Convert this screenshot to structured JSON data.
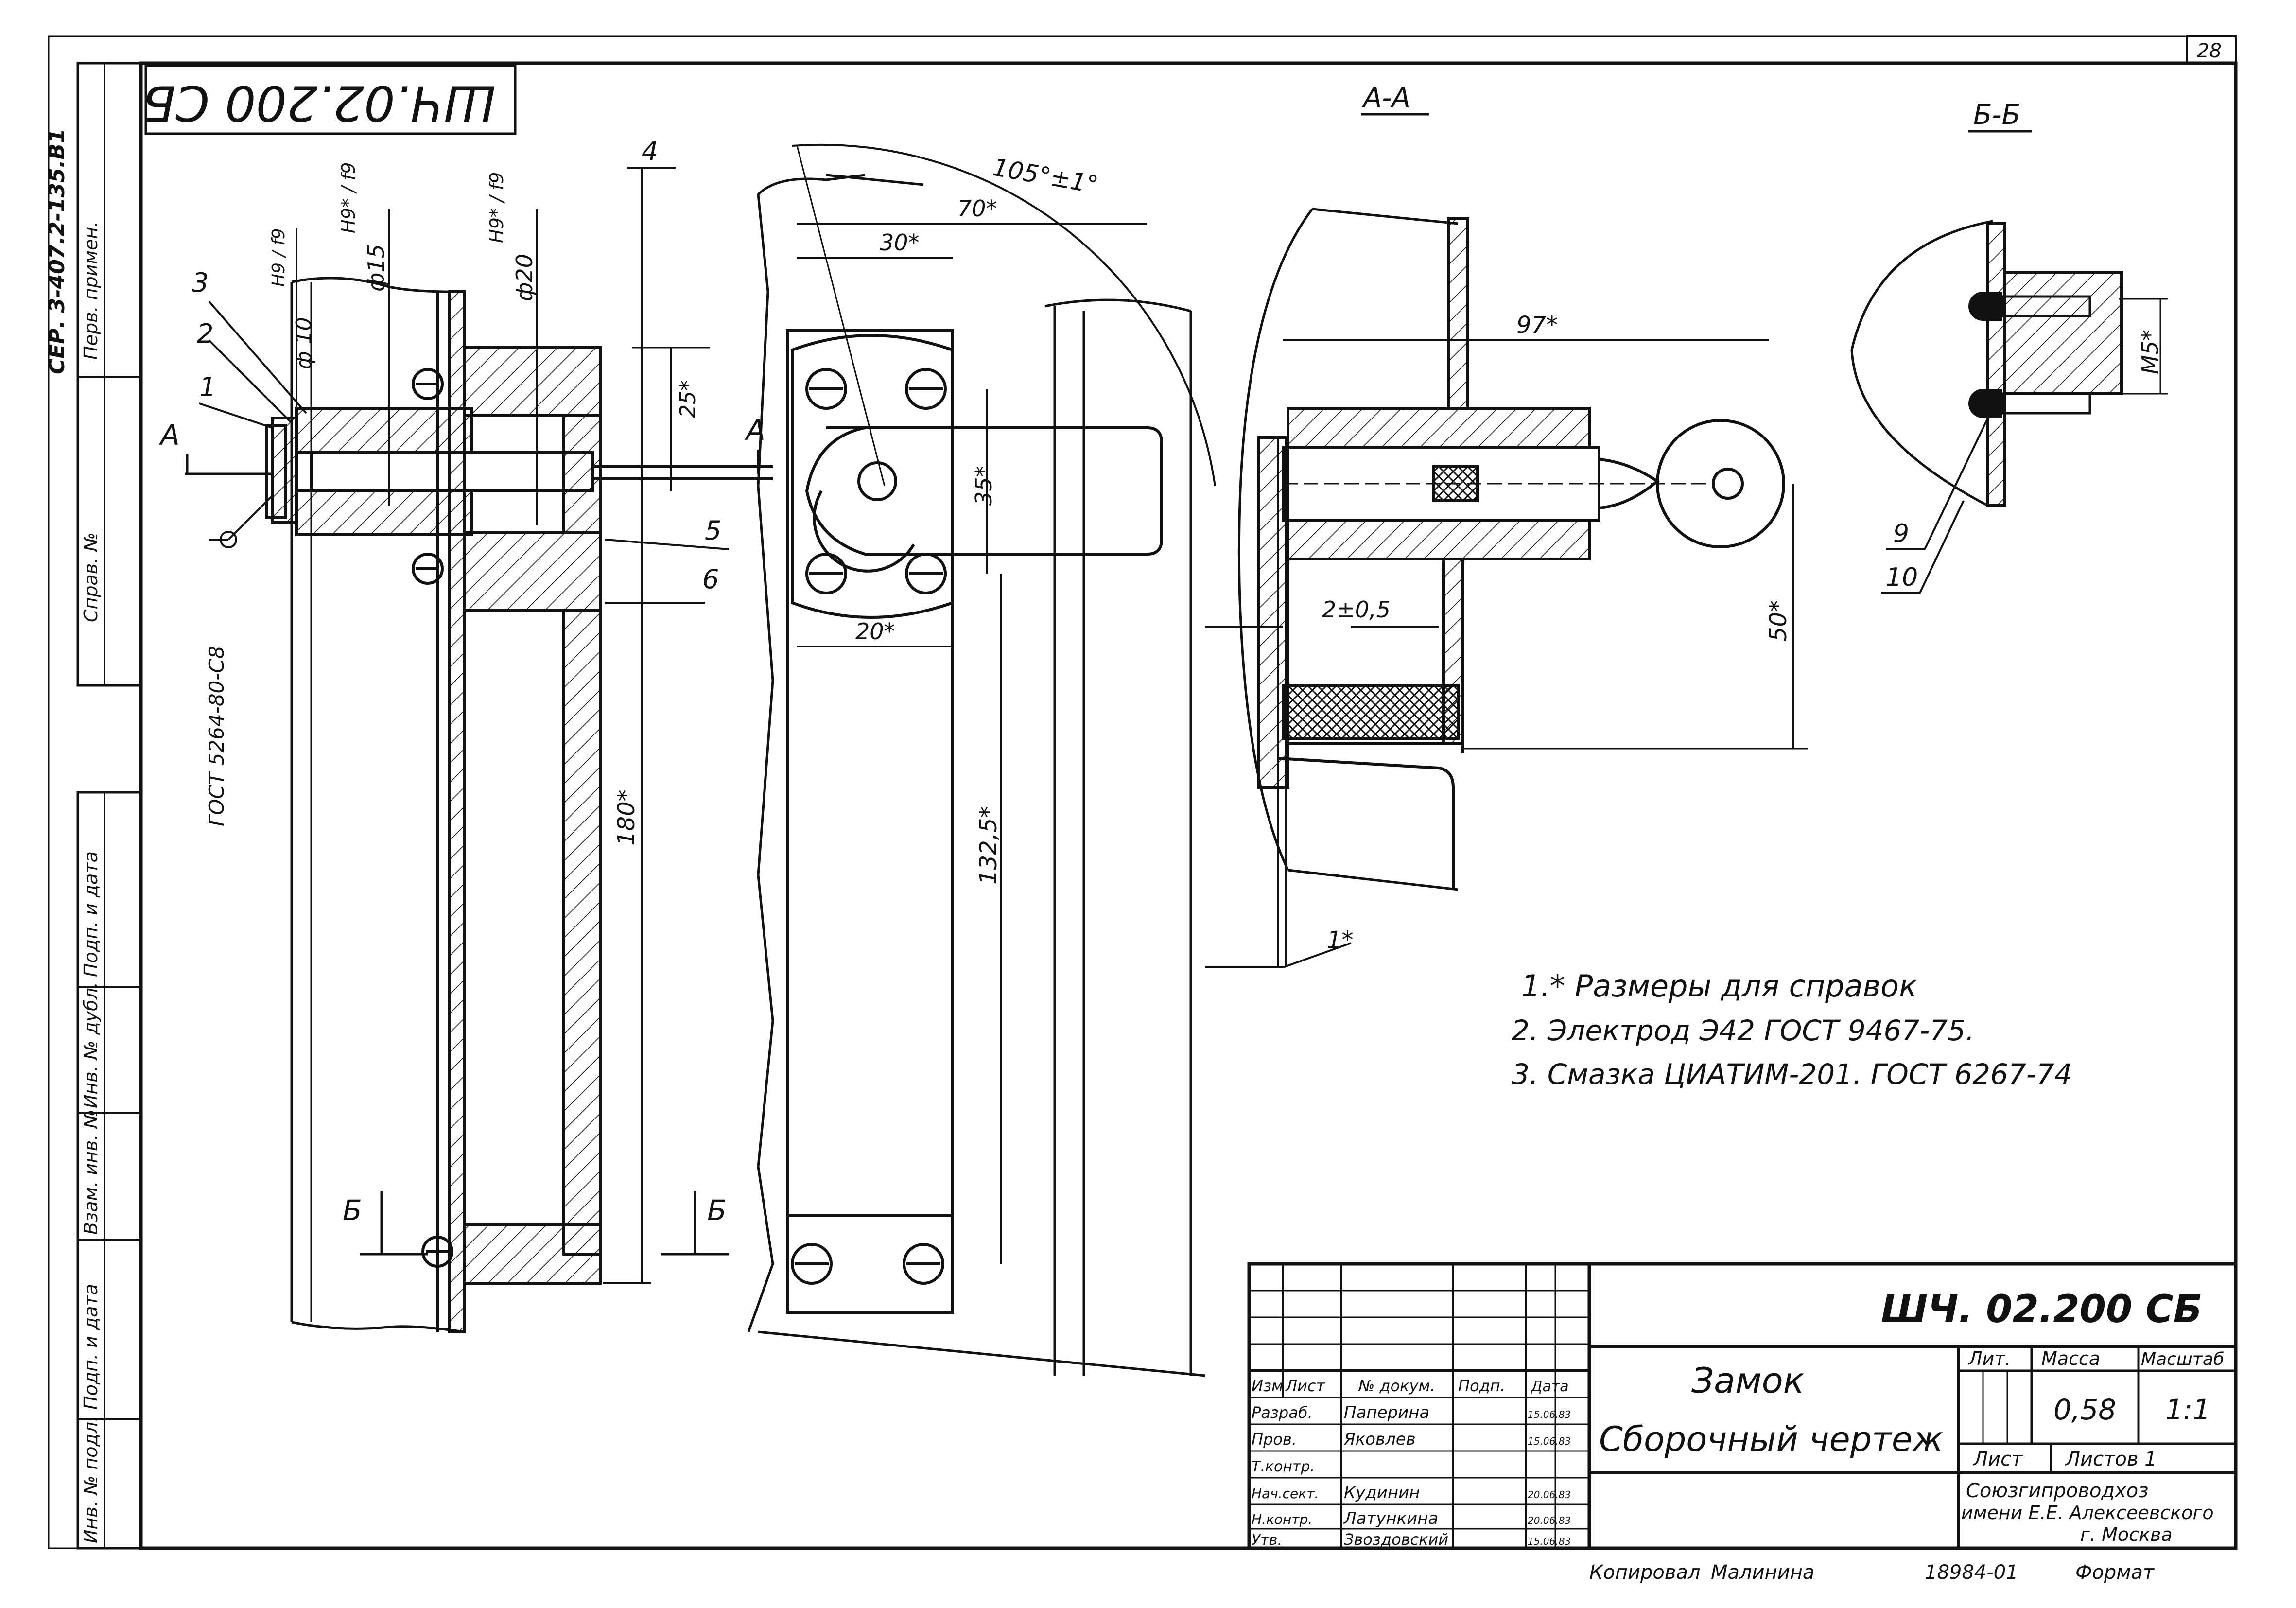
{
  "stamp": {
    "corner_number": "28",
    "rotated_code": "ШЧ.02.200 СБ"
  },
  "left_strip": {
    "series_code": "СЕР. 3-407.2-135.В1",
    "perv_primen": "Перв. примен.",
    "sprav_no": "Справ. №",
    "podp_data_top": "Подп. и дата",
    "inv_dubl": "Инв. № дубл.",
    "vzam_inv": "Взам. инв. №",
    "podp_data_bottom": "Подп. и дата",
    "inv_podl": "Инв. № подл."
  },
  "views": {
    "section_aa": "А-А",
    "section_bb": "Б-Б"
  },
  "callouts": [
    "1",
    "2",
    "3",
    "4",
    "5",
    "6",
    "9",
    "10"
  ],
  "cut_markers": {
    "a_left": "А",
    "a_right": "А",
    "b_left": "Б",
    "b_right": "Б"
  },
  "dimensions": {
    "phi10": "ф 10",
    "phi10_fit": "H9 / f9",
    "phi15": "ф15",
    "phi15_fit": "H9* / f9",
    "phi20": "ф20",
    "phi20_fit": "H9* / f9",
    "d25": "25*",
    "d180": "180*",
    "d105": "105°±1°",
    "d70": "70*",
    "d30": "30*",
    "d35": "35*",
    "d20": "20*",
    "d132": "132,5*",
    "d97": "97*",
    "d2": "2±0,5",
    "d50": "50*",
    "d1": "1*",
    "m5": "М5*",
    "gost_rivet": "ГОСТ 5264-80-С8"
  },
  "notes": [
    "1.* Размеры для справок",
    "2. Электрод  Э42  ГОСТ 9467-75.",
    "3. Смазка    ЦИАТИМ-201. ГОСТ 6267-74"
  ],
  "title_block": {
    "doc_code": "ШЧ. 02.200 СБ",
    "name_line1": "Замок",
    "name_line2": "Сборочный чертеж",
    "hdr_izm": "Изм",
    "hdr_list": "Лист",
    "hdr_ndok": "№ докум.",
    "hdr_podp": "Подп.",
    "hdr_data": "Дата",
    "rows": [
      {
        "role": "Разраб.",
        "name": "Паперина",
        "date": "15.06.83"
      },
      {
        "role": "Пров.",
        "name": "Яковлев",
        "date": "15.06.83"
      },
      {
        "role": "Т.контр.",
        "name": "",
        "date": ""
      },
      {
        "role": "Нач.сект.",
        "name": "Кудинин",
        "date": "20.06.83"
      },
      {
        "role": "Н.контр.",
        "name": "Латункина",
        "date": "20.06.83"
      },
      {
        "role": "Утв.",
        "name": "Звоздовский",
        "date": "15.06.83"
      }
    ],
    "lit": "Лит.",
    "massa": "Масса",
    "masshtab": "Масштаб",
    "massa_val": "0,58",
    "masshtab_val": "1:1",
    "sheet_label": "Лист",
    "sheets_label": "Листов 1",
    "org_line1": "Союзгипроводхоз",
    "org_line2": "имени Е.Е. Алексеевского",
    "org_line3": "г. Москва"
  },
  "footer": {
    "copied": "Копировал",
    "copier": "Малинина",
    "order_no": "18984-01",
    "format_label": "Формат"
  }
}
